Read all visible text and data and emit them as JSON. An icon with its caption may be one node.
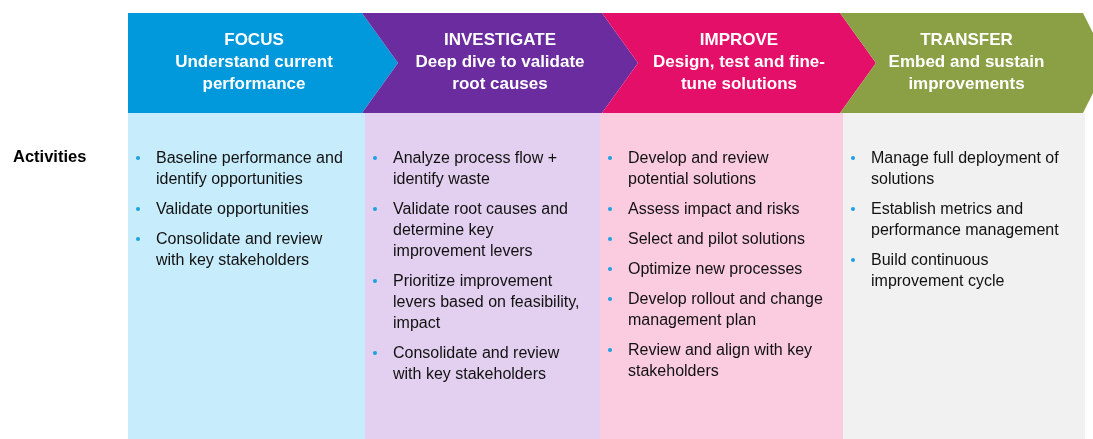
{
  "diagram": {
    "nodes": [
      {
        "text": [
          "FOCUS",
          "Understand current performance"
        ]
      },
      {
        "text": [
          "INVESTIGATE",
          "Deep dive to validate root causes"
        ]
      },
      {
        "text": [
          "IMPROVE",
          "Design, test and fine-tune solutions"
        ]
      },
      {
        "text": [
          "TRANSFER",
          "Embed and sustain improvements"
        ]
      },
      {
        "text": [
          "Baseline performance and identify opportunities",
          "Validate opportunities",
          "Consolidate and review with key stakeholders"
        ]
      },
      {
        "text": [
          "Analyze process flow + identify waste",
          "Validate root causes and determine key improvement levers",
          "Prioritize improvement levers based on feasibility, impact",
          "Consolidate and review with key stakeholders"
        ]
      },
      {
        "text": [
          "Develop and review potential solutions",
          "Assess impact and risks",
          "Select and pilot solutions",
          "Optimize new processes",
          "Develop rollout and change management plan",
          "Review and align with key stakeholders"
        ]
      },
      {
        "text": [
          "Manage full deployment of solutions",
          "Establish metrics and performance management",
          "Build continuous improvement cycle"
        ]
      }
    ],
    "labels": [
      "Activities"
    ]
  }
}
